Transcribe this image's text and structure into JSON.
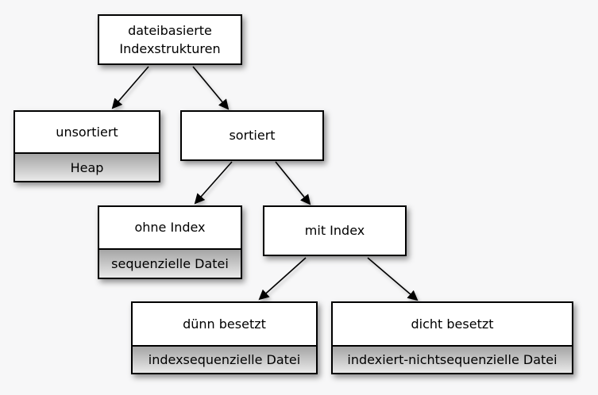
{
  "diagram": {
    "type": "tree",
    "language": "de",
    "topic": "dateibasierte Indexstrukturen"
  },
  "colors": {
    "background": "#f7f7f8",
    "box_fill": "#ffffff",
    "box_border": "#000000",
    "subsection_top": "#a5a5a5",
    "subsection_bottom": "#e9e9e9",
    "arrow": "#000000",
    "text": "#000000"
  },
  "nodes": {
    "root": {
      "line1": "dateibasierte",
      "line2": "Indexstrukturen",
      "label": "dateibasierte Indexstrukturen"
    },
    "unsortiert": {
      "label": "unsortiert",
      "sublabel": "Heap"
    },
    "sortiert": {
      "label": "sortiert"
    },
    "ohne_index": {
      "label": "ohne Index",
      "sublabel": "sequenzielle Datei"
    },
    "mit_index": {
      "label": "mit Index"
    },
    "duenn_besetzt": {
      "label": "dünn besetzt",
      "sublabel": "indexsequenzielle Datei"
    },
    "dicht_besetzt": {
      "label": "dicht besetzt",
      "sublabel": "indexiert-nichtsequenzielle Datei"
    }
  },
  "edges": [
    {
      "from": "root",
      "to": "unsortiert"
    },
    {
      "from": "root",
      "to": "sortiert"
    },
    {
      "from": "sortiert",
      "to": "ohne_index"
    },
    {
      "from": "sortiert",
      "to": "mit_index"
    },
    {
      "from": "mit_index",
      "to": "duenn_besetzt"
    },
    {
      "from": "mit_index",
      "to": "dicht_besetzt"
    }
  ]
}
